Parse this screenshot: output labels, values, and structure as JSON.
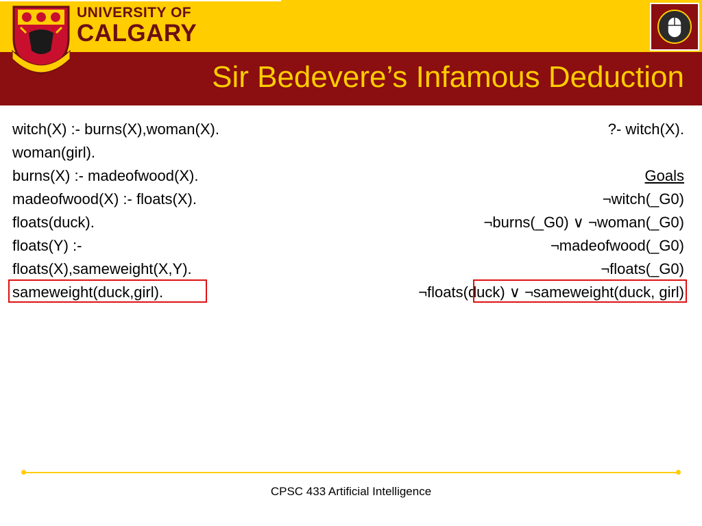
{
  "header": {
    "university_line1": "UNIVERSITY OF",
    "university_line2": "CALGARY",
    "title": "Sir Bedevere’s Infamous Deduction"
  },
  "program": [
    "witch(X) :- burns(X),woman(X).",
    "woman(girl).",
    "burns(X) :- madeofwood(X).",
    "madeofwood(X) :- floats(X).",
    "floats(duck).",
    "floats(Y) :-",
    "floats(X),sameweight(X,Y).",
    "sameweight(duck,girl)."
  ],
  "query": "?- witch(X).",
  "goals_heading": "Goals",
  "goals": [
    "¬witch(_G0)",
    "¬burns(_G0) ∨ ¬woman(_G0)",
    "¬madeofwood(_G0)",
    "¬floats(_G0)",
    "¬floats(duck) ∨ ¬sameweight(duck, girl)"
  ],
  "footer": {
    "course": "CPSC 433 Artificial Intelligence"
  },
  "colors": {
    "gold": "#FFCD00",
    "maroon": "#8B0E10",
    "highlight": "#E01010"
  }
}
